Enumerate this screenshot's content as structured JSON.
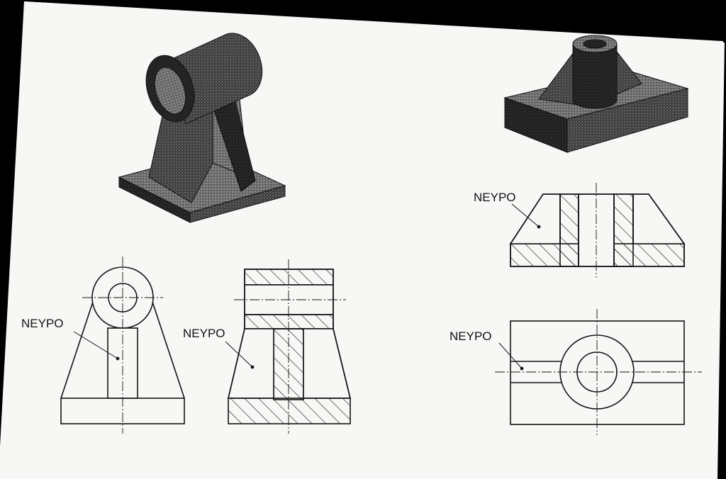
{
  "labels": {
    "web_a": "NEYPO",
    "web_b": "NEYPO",
    "web_c": "NEYPO",
    "web_d": "NEYPO"
  },
  "colors": {
    "paper": "#f7f7f5",
    "ink": "#141414",
    "surround": "#000000"
  }
}
